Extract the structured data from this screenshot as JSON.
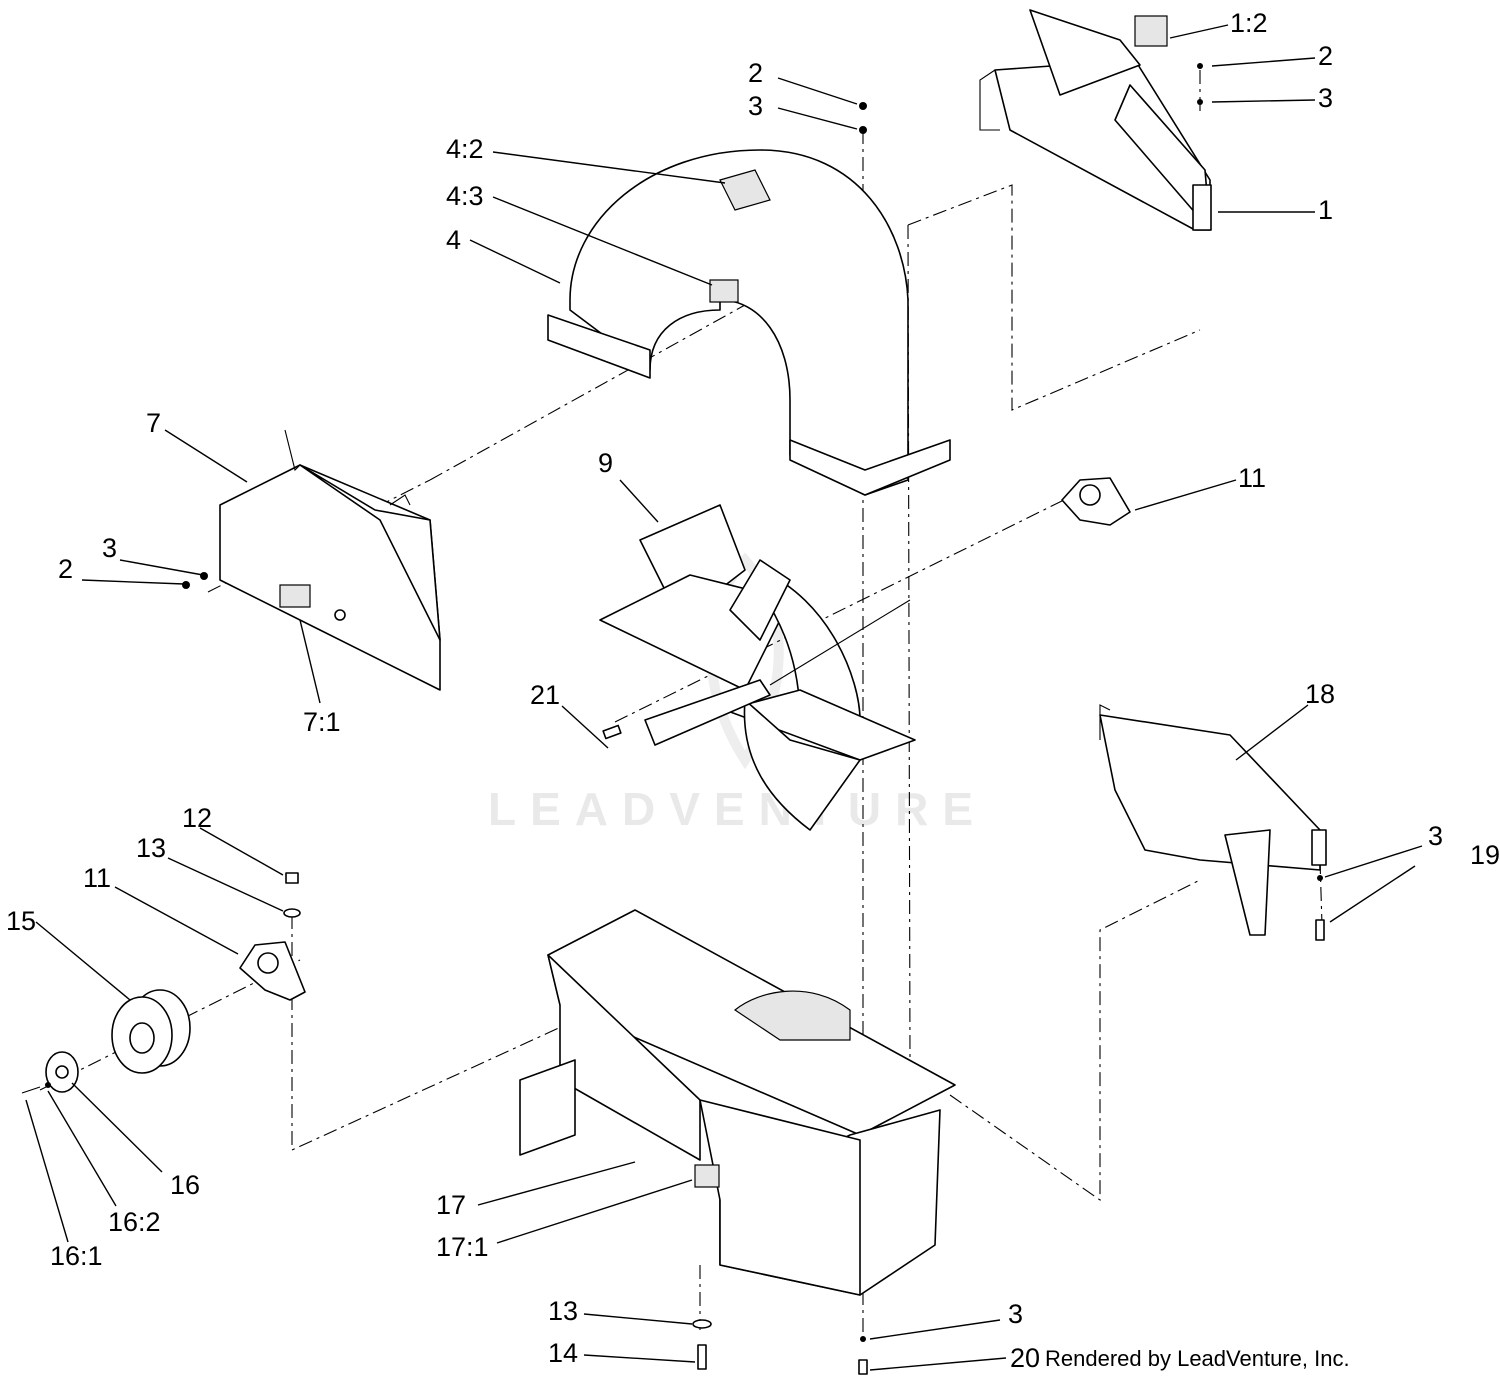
{
  "watermark": "LEADVENTURE",
  "credit": "Rendered by LeadVenture, Inc.",
  "labels": {
    "l_1_2": "1:2",
    "l_2_top": "2",
    "l_3_top": "3",
    "l_2_right": "2",
    "l_3_right": "3",
    "l_4_2": "4:2",
    "l_4_3": "4:3",
    "l_4": "4",
    "l_1": "1",
    "l_7": "7",
    "l_9": "9",
    "l_11_right": "11",
    "l_3_left": "3",
    "l_2_left": "2",
    "l_7_1": "7:1",
    "l_21": "21",
    "l_18": "18",
    "l_12": "12",
    "l_13_left": "13",
    "l_11_left": "11",
    "l_15": "15",
    "l_3_mid_right": "3",
    "l_19": "19",
    "l_16": "16",
    "l_16_2": "16:2",
    "l_16_1": "16:1",
    "l_17": "17",
    "l_17_1": "17:1",
    "l_13_bottom": "13",
    "l_14": "14",
    "l_3_bottom": "3",
    "l_20": "20"
  }
}
